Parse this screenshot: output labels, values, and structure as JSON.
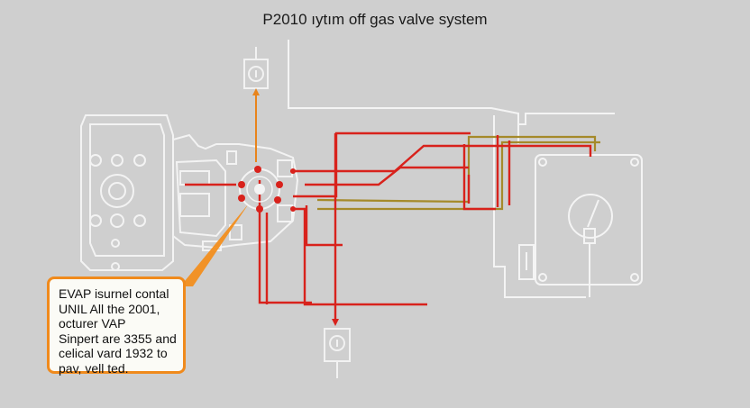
{
  "diagram": {
    "title": "P2010 ıytım off gas valve system",
    "callout_lines": [
      "EVAP isurnel contal",
      "UNIL All the 2001,",
      "octurer VAP",
      "Sinpert are 3355 and",
      "celical vard 1932 to",
      "pav, vell ted."
    ]
  },
  "colors": {
    "background": "#cfcfcf",
    "wire_red": "#d8221c",
    "wire_olive": "#a58a2a",
    "wire_orange": "#e8841c",
    "outline": "#f4f4f4",
    "callout_border": "#f08a1c"
  },
  "icons": {
    "top_connector": "sensor-connector-icon",
    "bottom_connector": "sensor-connector-icon",
    "valve": "gas-valve-icon",
    "engine": "engine-block-icon"
  }
}
